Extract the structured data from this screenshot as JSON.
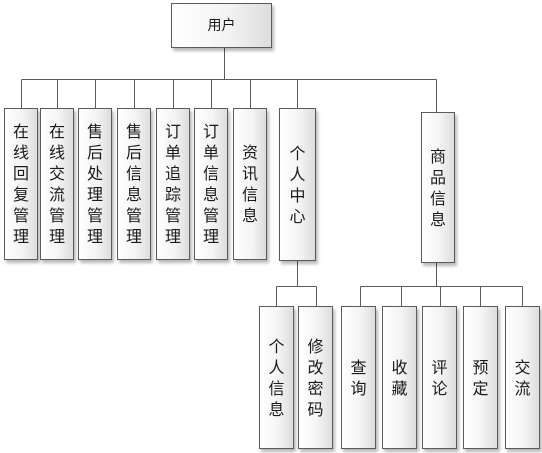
{
  "root": {
    "label": "用户"
  },
  "children": [
    {
      "label": "在线回复管理"
    },
    {
      "label": "在线交流管理"
    },
    {
      "label": "售后处理管理"
    },
    {
      "label": "售后信息管理"
    },
    {
      "label": "订单追踪管理"
    },
    {
      "label": "订单信息管理"
    },
    {
      "label": "资讯信息"
    },
    {
      "label": "个人中心"
    },
    {
      "label": "商品信息"
    }
  ],
  "personal_center_children": [
    {
      "label": "个人信息"
    },
    {
      "label": "修改密码"
    }
  ],
  "product_children": [
    {
      "label": "查询"
    },
    {
      "label": "收藏"
    },
    {
      "label": "评论"
    },
    {
      "label": "预定"
    },
    {
      "label": "交流"
    }
  ],
  "colors": {
    "border": "#5b5b5b",
    "line": "#5b5b5b",
    "fill_light": "#ffffff",
    "fill_dark": "#dddddd"
  }
}
